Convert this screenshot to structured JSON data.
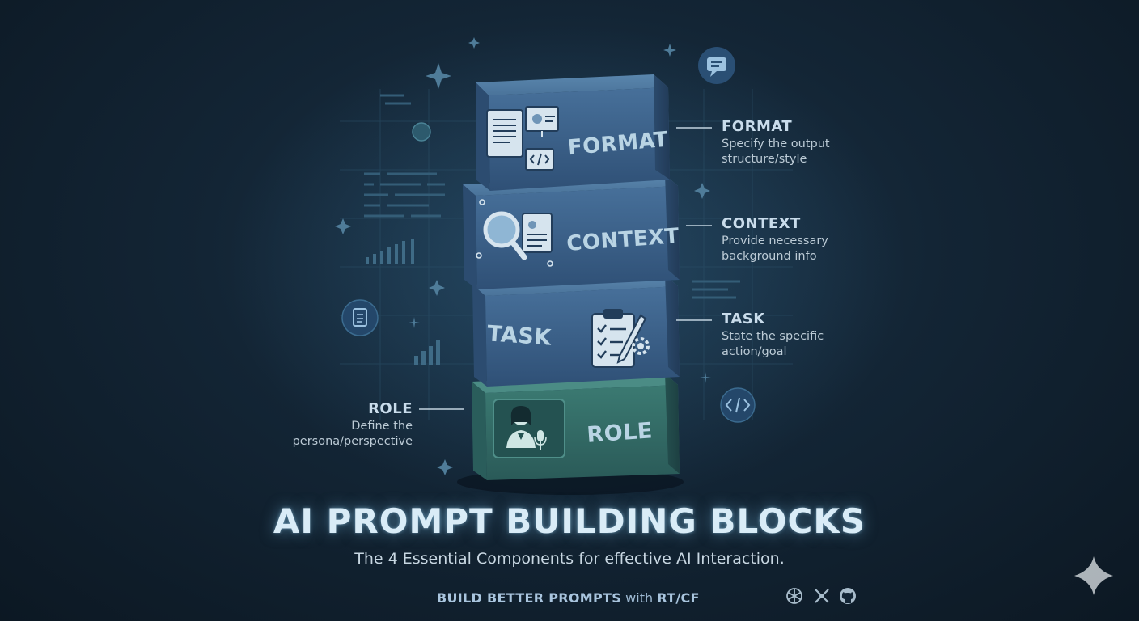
{
  "title": "AI PROMPT BUILDING BLOCKS",
  "subtitle": "The 4 Essential Components for effective AI Interaction.",
  "footer": {
    "lead": "BUILD BETTER PROMPTS",
    "with": "with",
    "brand": "RT/CF"
  },
  "blocks": [
    {
      "label": "FORMAT",
      "heading": "FORMAT",
      "desc_line1": "Specify the output",
      "desc_line2": "structure/style",
      "icon": "document-presentation-code-icon"
    },
    {
      "label": "CONTEXT",
      "heading": "CONTEXT",
      "desc_line1": "Provide necessary",
      "desc_line2": "background info",
      "icon": "magnifier-document-icon"
    },
    {
      "label": "TASK",
      "heading": "TASK",
      "desc_line1": "State the specific",
      "desc_line2": "action/goal",
      "icon": "clipboard-checklist-icon"
    },
    {
      "label": "ROLE",
      "heading": "ROLE",
      "desc_line1": "Define the",
      "desc_line2": "persona/perspective",
      "icon": "person-microphone-icon"
    }
  ],
  "colors": {
    "background": "#132535",
    "block_blue": "#3d6289",
    "block_green": "#35706a",
    "text_light": "#d9ecf7"
  },
  "icons": [
    "chat-bubble-icon",
    "document-badge-icon",
    "code-badge-icon",
    "sparkle-icon",
    "openai-logo-icon",
    "x-logo-icon",
    "github-logo-icon"
  ]
}
